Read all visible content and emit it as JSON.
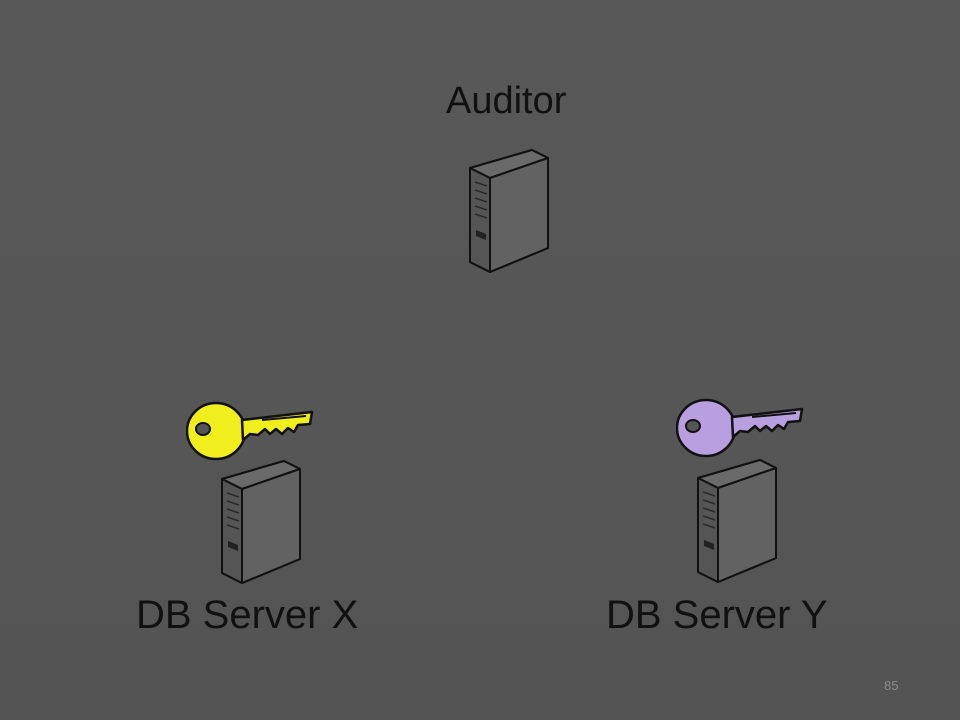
{
  "nodes": {
    "auditor": {
      "label": "Auditor",
      "icon": "server-icon"
    },
    "db_server_x": {
      "label": "DB Server X",
      "icon": "server-icon",
      "key_icon": "key-icon",
      "key_color": "#f0ee1c"
    },
    "db_server_y": {
      "label": "DB Server Y",
      "icon": "server-icon",
      "key_icon": "key-icon",
      "key_color": "#b8a0e0"
    }
  },
  "page_number": "85",
  "colors": {
    "background": "#555555",
    "server_fill": "#5f5f5f",
    "text": "#111111"
  }
}
